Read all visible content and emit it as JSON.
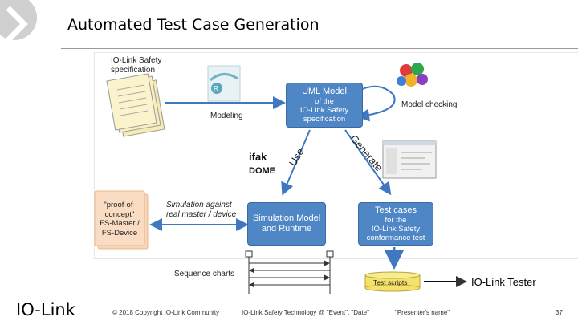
{
  "slide": {
    "title": "Automated Test Case Generation",
    "iolink_tester": "IO-Link Tester",
    "page_number": "37"
  },
  "diagram": {
    "spec_label_1": "IO-Link Safety",
    "spec_label_2": "specification",
    "modeling": "Modeling",
    "uml_box": [
      "UML Model",
      "of the",
      "IO-Link Safety",
      "specification"
    ],
    "model_checking": "Model checking",
    "use": "Use",
    "generate": "Generate",
    "ifak": "ifak",
    "dome": "DOME",
    "poc_box": [
      "\"proof-of-",
      "concept\"",
      "FS-Master /",
      "FS-Device"
    ],
    "simulation_against_1": "Simulation against",
    "simulation_against_2": "real master / device",
    "sim_box": [
      "Simulation Model",
      "and Runtime"
    ],
    "test_box": [
      "Test cases",
      "for the",
      "IO-Link Safety",
      "conformance test"
    ],
    "sequence_charts": "Sequence charts",
    "test_scripts": "Test scripts"
  },
  "footer": {
    "logo": "IO-Link",
    "copyright": "© 2018 Copyright IO-Link Community",
    "event": "IO-Link Safety Technology @ \"Event\", \"Date\"",
    "presenter": "\"Presenter's name\""
  },
  "colors": {
    "box_blue": "#4f86c6",
    "arrow_blue": "#3f78c0",
    "poc_orange": "#f5c8a0"
  }
}
